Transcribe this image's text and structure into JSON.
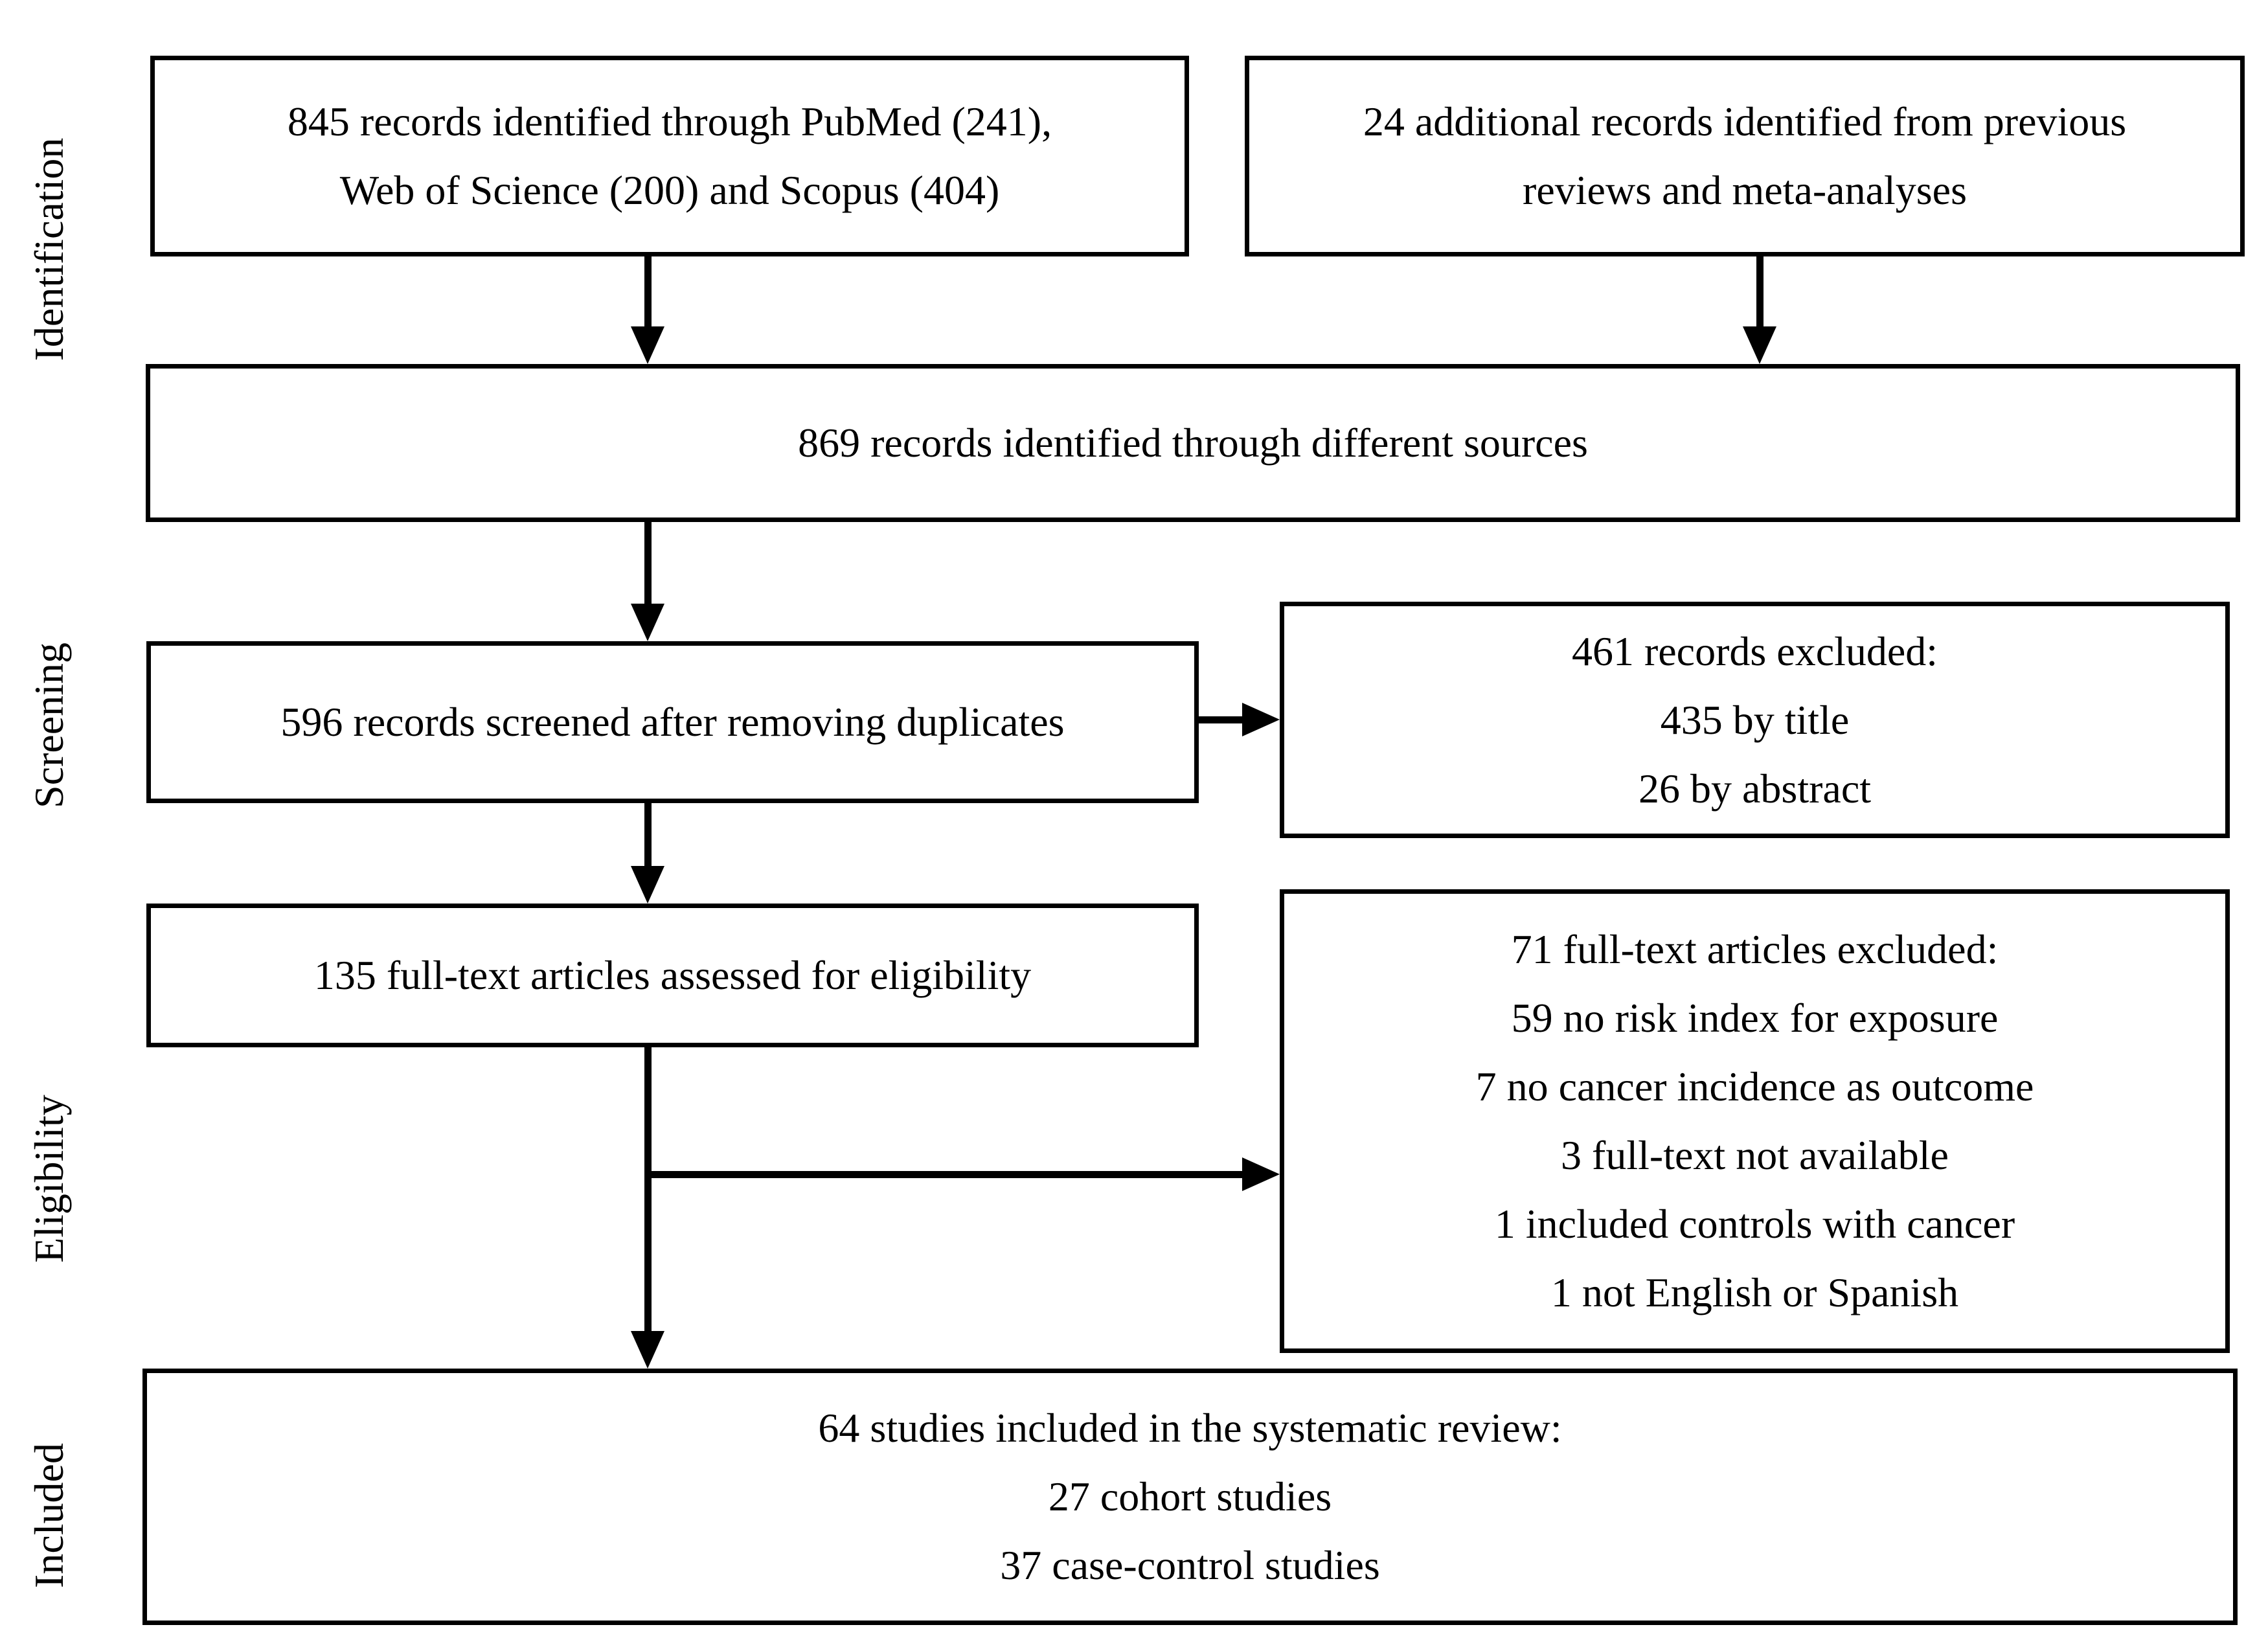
{
  "colors": {
    "background": "#ffffff",
    "line": "#000000",
    "text": "#000000"
  },
  "stages": [
    {
      "label": "Identification"
    },
    {
      "label": "Screening"
    },
    {
      "label": "Eligibility"
    },
    {
      "label": "Included"
    }
  ],
  "boxes": {
    "identified_databases": {
      "lines": [
        "845 records identified through PubMed (241),",
        "Web of Science (200) and Scopus (404)"
      ]
    },
    "identified_additional": {
      "lines": [
        "24 additional records identified from previous",
        "reviews and meta-analyses"
      ]
    },
    "merged": {
      "lines": [
        "869 records identified through different sources"
      ]
    },
    "screened": {
      "lines": [
        "596 records screened after removing duplicates"
      ]
    },
    "excluded_screening": {
      "lines": [
        "461 records excluded:",
        "435 by title",
        "26 by abstract"
      ]
    },
    "fulltext_assessed": {
      "lines": [
        "135 full-text articles assessed for eligibility"
      ]
    },
    "excluded_fulltext": {
      "lines": [
        "71 full-text articles excluded:",
        "59 no risk index for exposure",
        "7 no cancer incidence as outcome",
        "3 full-text not available",
        "1 included controls with cancer",
        "1 not English or Spanish"
      ]
    },
    "included": {
      "lines": [
        "64 studies included in the systematic review:",
        "27 cohort studies",
        "37 case-control studies"
      ]
    }
  }
}
